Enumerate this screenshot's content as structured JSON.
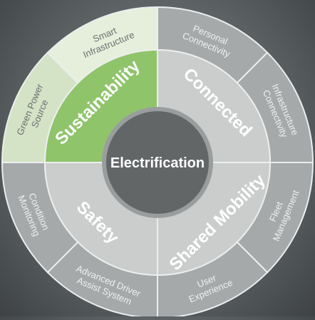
{
  "center": {
    "label": "Electrification"
  },
  "colors": {
    "outer_default": "#a6a9aa",
    "outer_highlight": "#e6efdb",
    "middle_default": "#cbcdcd",
    "middle_highlight": "#8fc46a",
    "center_fill": "#626667",
    "separator": "#eceeee",
    "outer_text_default": "#eef0f0",
    "outer_text_highlight": "#6b6f70",
    "middle_text": "#ffffff",
    "center_text": "#ffffff"
  },
  "quadrants": [
    {
      "id": "sustainability",
      "label": "Sustainability",
      "highlight": true,
      "subitems": [
        {
          "id": "green-power-source",
          "lines": [
            "Green Power",
            "Source"
          ]
        },
        {
          "id": "smart-infrastructure",
          "lines": [
            "Smart",
            "Infrastructure"
          ]
        }
      ]
    },
    {
      "id": "connected",
      "label": "Connected",
      "highlight": false,
      "subitems": [
        {
          "id": "personal-connectivity",
          "lines": [
            "Personal",
            "Connectivity"
          ]
        },
        {
          "id": "infrastructure-connectivity",
          "lines": [
            "Infrastructure",
            "Connectivity"
          ]
        }
      ]
    },
    {
      "id": "shared-mobility",
      "label": "Shared Mobility",
      "highlight": false,
      "subitems": [
        {
          "id": "fleet-management",
          "lines": [
            "Fleet",
            "Management"
          ]
        },
        {
          "id": "user-experience",
          "lines": [
            "User",
            "Experience"
          ]
        }
      ]
    },
    {
      "id": "safety",
      "label": "Safety",
      "highlight": false,
      "subitems": [
        {
          "id": "advanced-driver-assist-system",
          "lines": [
            "Advanced Driver",
            "Assist System"
          ]
        },
        {
          "id": "condition-monitoring",
          "lines": [
            "Condition",
            "Monitoring"
          ]
        }
      ]
    }
  ]
}
